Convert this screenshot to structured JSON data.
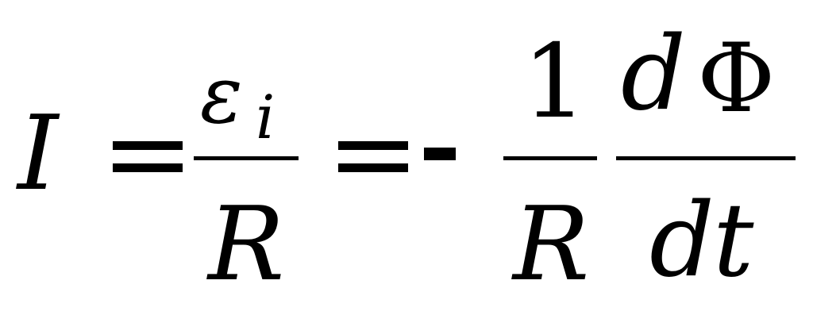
{
  "equation": {
    "lhs": "I",
    "frac1": {
      "numerator": "ε",
      "numerator_sub": "i",
      "denominator": "R"
    },
    "minus": "-",
    "frac2": {
      "numerator": "1",
      "denominator": "R"
    },
    "frac3": {
      "numerator_d": "d",
      "numerator_phi": "Φ",
      "denominator_d": "d",
      "denominator_t": "t"
    }
  }
}
